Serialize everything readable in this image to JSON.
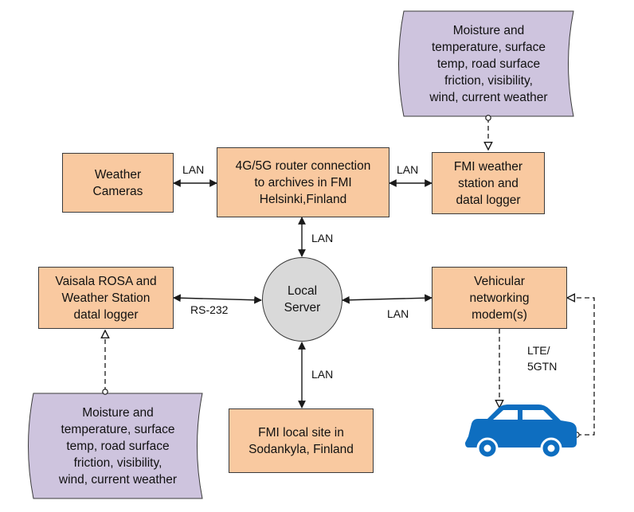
{
  "colors": {
    "box_fill": "#f9c9a0",
    "doc_fill": "#cec4de",
    "server_fill": "#d9d9d9",
    "car": "#0e6ec0",
    "line": "#1a1a1a"
  },
  "nodes": {
    "weather_cameras": "Weather\nCameras",
    "router": "4G/5G router connection\nto archives in FMI\nHelsinki,Finland",
    "fmi_station": "FMI weather\nstation and\ndatal logger",
    "vaisala": "Vaisala ROSA and\nWeather Station\ndatal logger",
    "local_server": "Local\nServer",
    "modem": "Vehicular\nnetworking\nmodem(s)",
    "sodankyla": "FMI local site in\nSodankyla, Finland",
    "doc_top": "Moisture and\ntemperature, surface\ntemp, road surface\nfriction, visibility,\nwind, current weather",
    "doc_bottom": "Moisture and\ntemperature, surface\ntemp, road surface\nfriction, visibility,\nwind, current weather"
  },
  "links": {
    "lan_cameras": "LAN",
    "lan_station": "LAN",
    "lan_router_server": "LAN",
    "lan_server_modem": "LAN",
    "lan_server_sodankyla": "LAN",
    "rs232": "RS-232",
    "lte": "LTE/\n5GTN"
  },
  "icons": {
    "vehicle": "car-icon"
  }
}
